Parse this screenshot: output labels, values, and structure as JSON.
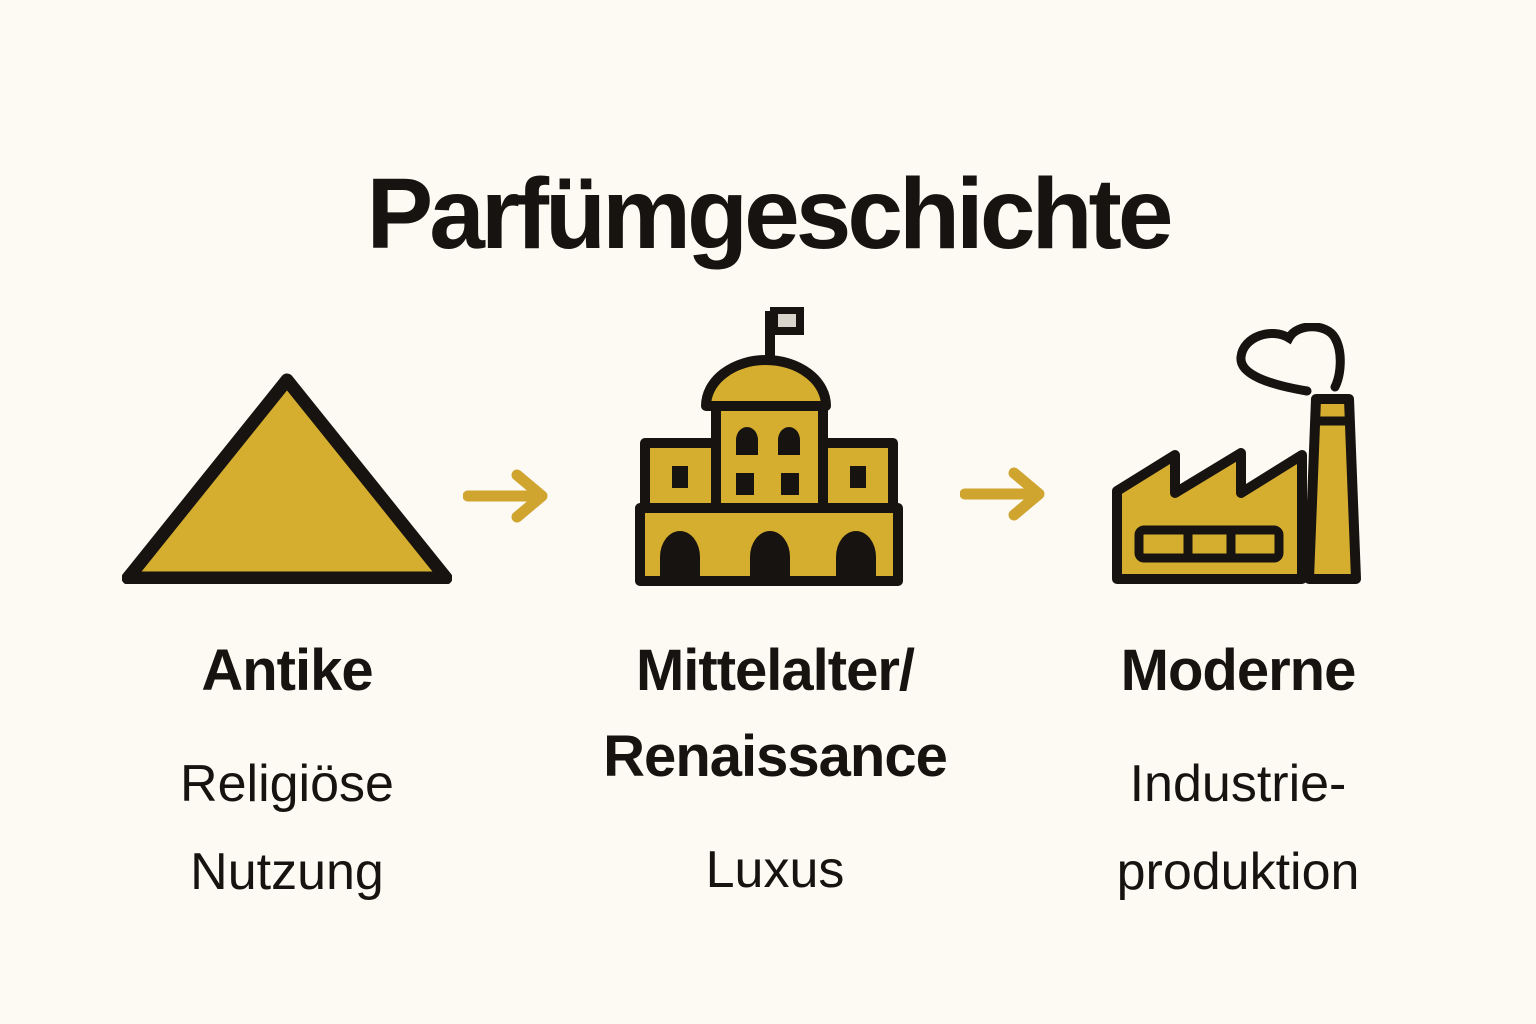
{
  "page": {
    "title": "Parfümgeschichte",
    "background": "#FCFAF3",
    "text_color": "#171310"
  },
  "colors": {
    "icon_gold": "#D5AE2F",
    "arrow_gold": "#CFA42F",
    "outline_black": "#171310",
    "flag_inner_gray": "#D8D4CC"
  },
  "stages": [
    {
      "icon": "pyramid-icon",
      "heading_lines": [
        "Antike"
      ],
      "subtitle_lines": [
        "Religiöse",
        "Nutzung"
      ]
    },
    {
      "icon": "palace-icon",
      "heading_lines": [
        "Mittelalter/",
        "Renaissance"
      ],
      "subtitle_lines": [
        "Luxus"
      ]
    },
    {
      "icon": "factory-icon",
      "heading_lines": [
        "Moderne"
      ],
      "subtitle_lines": [
        "Industrie-",
        "produktion"
      ]
    }
  ],
  "arrows": [
    {
      "icon": "arrow-right-icon"
    },
    {
      "icon": "arrow-right-icon"
    }
  ]
}
